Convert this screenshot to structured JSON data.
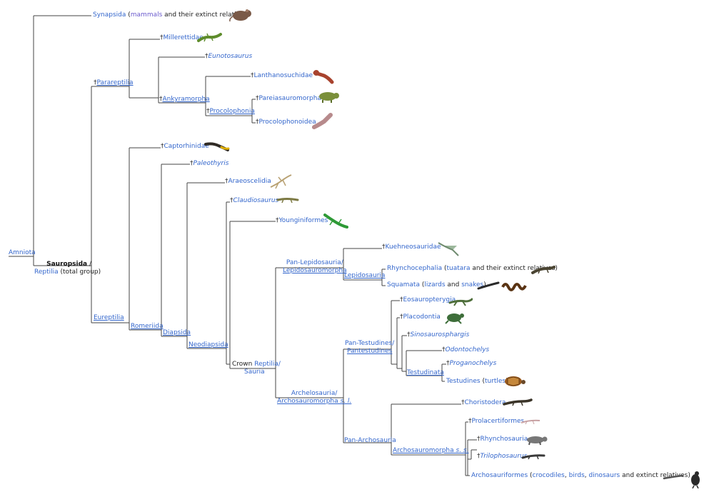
{
  "root": {
    "label": "Amniota"
  },
  "synapsida": {
    "dagger": "",
    "name": "Synapsida",
    "open": " (",
    "mid": "mammals",
    "rest": " and their extinct relatives)"
  },
  "sauropsida": {
    "name": "Sauropsida",
    "sep": " /",
    "reptilia": "Reptilia",
    "rest": " (total group)"
  },
  "parareptilia": {
    "dagger": "†",
    "name": "Parareptilia"
  },
  "millerettidae": {
    "dagger": "†",
    "name": "Millerettidae"
  },
  "eunotosaurus": {
    "dagger": "†",
    "name": "Eunotosaurus"
  },
  "ankyramorpha": {
    "dagger": "†",
    "name": "Ankyramorpha"
  },
  "lanthanosuchidae": {
    "dagger": "†",
    "name": "Lanthanosuchidae"
  },
  "procolophonia": {
    "dagger": "†",
    "name": "Procolophonia"
  },
  "pareiasauromorpha": {
    "dagger": "†",
    "name": "Pareiasauromorpha"
  },
  "procolophonoidea": {
    "dagger": "†",
    "name": "Procolophonoidea"
  },
  "eureptilia": {
    "name": "Eureptilia"
  },
  "captorhinidae": {
    "dagger": "†",
    "name": "Captorhinidae"
  },
  "romeriida": {
    "name": "Romeriida"
  },
  "paleothyris": {
    "dagger": "†",
    "name": "Paleothyris"
  },
  "diapsida": {
    "name": "Diapsida"
  },
  "araeoscelidia": {
    "dagger": "†",
    "name": "Araeoscelidia"
  },
  "neodiapsida": {
    "name": "Neodiapsida"
  },
  "claudiosaurus": {
    "dagger": "†",
    "name": "Claudiosaurus"
  },
  "younginiformes": {
    "dagger": "†",
    "name": "Younginiformes"
  },
  "crown": {
    "pre": "Crown ",
    "name": "Reptilia",
    "slash": "/",
    "line2": "Sauria"
  },
  "panlepidosauria": {
    "line1": "Pan-Lepidosauria/",
    "line2": "Lepidosauromorpha"
  },
  "kuehneosauridae": {
    "dagger": "†",
    "name": "Kuehneosauridae"
  },
  "lepidosauria": {
    "name": "Lepidosauria"
  },
  "rhynchocephalia": {
    "name": "Rhynchocephalia",
    "open": " (",
    "mid": "tuatara",
    "rest": " and their extinct relatives)"
  },
  "squamata": {
    "name": "Squamata",
    "open": " (",
    "a": "lizards",
    "and": " and ",
    "b": "snakes",
    "close": ")"
  },
  "archelosauria": {
    "line1": "Archelosauria/",
    "line2a": "Archosauromorpha ",
    "line2b": "s. l."
  },
  "pantestudines": {
    "line1": "Pan-Testudines/",
    "line2": "Pantestudines"
  },
  "eosauropterygia": {
    "dagger": "†",
    "name": "Eosauropterygia"
  },
  "placodontia": {
    "dagger": "†",
    "name": "Placodontia"
  },
  "sinosaurosphargis": {
    "dagger": "†",
    "name": "Sinosaurosphargis"
  },
  "odontochelys": {
    "dagger": "†",
    "name": "Odontochelys"
  },
  "testudinata": {
    "name": "Testudinata"
  },
  "proganochelys": {
    "dagger": "†",
    "name": "Proganochelys"
  },
  "testudines": {
    "name": "Testudines",
    "open": " (",
    "mid": "turtles",
    "close": ")"
  },
  "panarchosauria": {
    "name": "Pan-Archosauria"
  },
  "choristodera": {
    "dagger": "†",
    "name": "Choristodera"
  },
  "archosauromorpha_ss": {
    "name": "Archosauromorpha ",
    "ital": "s. s."
  },
  "prolacertiformes": {
    "dagger": "†",
    "name": "Prolacertiformes"
  },
  "rhynchosauria": {
    "dagger": "†",
    "name": "Rhynchosauria"
  },
  "trilophosaurus": {
    "dagger": "†",
    "name": "Trilophosaurus"
  },
  "archosauriformes": {
    "name": "Archosauriformes",
    "open": " (",
    "a": "crocodiles",
    "c1": ", ",
    "b": "birds",
    "c2": ", ",
    "c": "dinosaurs",
    "rest": " and extinct relatives)"
  },
  "colors": {
    "link": "#3366cc",
    "visited": "#6a5acd",
    "line": "#444444",
    "text": "#222222"
  },
  "icons": [
    "rodent-icon",
    "lizard-icon",
    "eunotosaur-icon",
    "lanthanosuchid-icon",
    "pareiasaur-icon",
    "procolophonid-icon",
    "captorhinid-icon",
    "araeoscelid-icon",
    "claudiosaurus-icon",
    "youngina-icon",
    "kuehneosaur-icon",
    "tuatara-icon",
    "lizard-snake-icon",
    "plesiosaur-icon",
    "placodont-icon",
    "turtle-icon",
    "choristodere-icon",
    "prolacertid-icon",
    "rhynchosaur-icon",
    "trilophosaurus-icon",
    "crocodile-bird-icon"
  ]
}
